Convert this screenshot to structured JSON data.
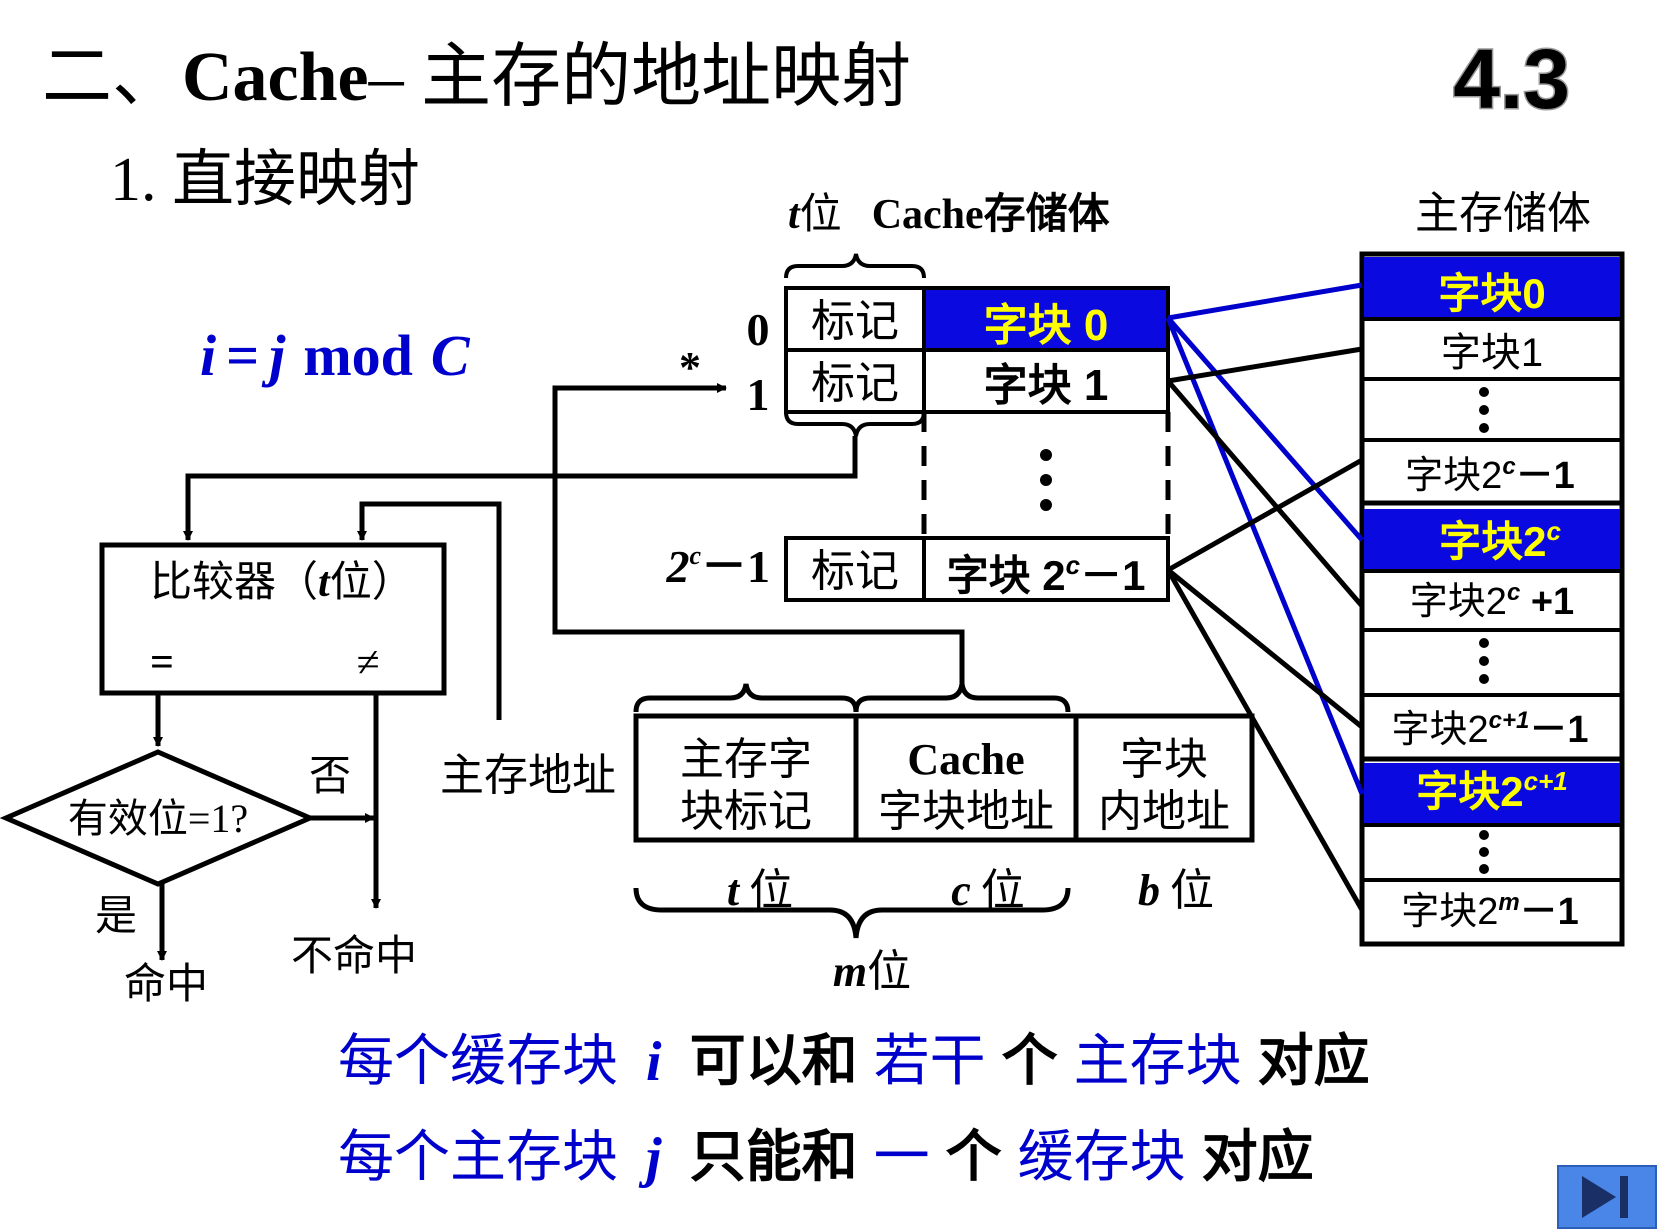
{
  "header": {
    "title_prefix": "二、",
    "title_cache": "Cache",
    "title_rest": "– 主存的地址映射",
    "section_number": "4.3",
    "subtitle": "1.  直接映射"
  },
  "formula": {
    "i": "i",
    "eq": "=",
    "j": "j",
    "mod": "mod",
    "C": "C"
  },
  "cache": {
    "title_t": "t",
    "title_wei": "位",
    "title_label": "Cache存储体",
    "rows": [
      {
        "index": "0",
        "tag": "标记",
        "block": "字块 0"
      },
      {
        "index": "1",
        "tag": "标记",
        "block": "字块 1"
      },
      {
        "index_base": "2",
        "index_sup": "c",
        "index_rest": "－1",
        "tag": "标记",
        "block_base": "字块 2",
        "block_sup": "c",
        "block_rest": "－1"
      }
    ],
    "star": "*",
    "dots": "⋮"
  },
  "memory": {
    "title": "主存储体",
    "blocks": [
      {
        "base": "字块0",
        "sup": "",
        "rest": ""
      },
      {
        "base": "字块1",
        "sup": "",
        "rest": ""
      },
      {
        "base": "",
        "sup": "",
        "rest": ""
      },
      {
        "base": "字块2",
        "sup": "c",
        "rest": "－1"
      },
      {
        "base": "字块2",
        "sup": "c",
        "rest": ""
      },
      {
        "base": "字块2",
        "sup": "c",
        "rest": " +1"
      },
      {
        "base": "",
        "sup": "",
        "rest": ""
      },
      {
        "base": "字块2",
        "sup": "c+1",
        "rest": "－1"
      },
      {
        "base": "字块2",
        "sup": "c+1",
        "rest": ""
      },
      {
        "base": "",
        "sup": "",
        "rest": ""
      },
      {
        "base": "字块2",
        "sup": "m",
        "rest": "－1"
      }
    ]
  },
  "comparator": {
    "label_a": "比较器（",
    "label_t": "t",
    "label_b": "位）",
    "eq": "=",
    "neq": "≠"
  },
  "decision": {
    "label": "有效位=1?",
    "no": "否",
    "yes": "是",
    "hit": "命中",
    "miss": "不命中"
  },
  "address": {
    "label": "主存地址",
    "fields": [
      {
        "line1": "主存字",
        "line2": "块标记"
      },
      {
        "line1": "Cache",
        "line2": "字块地址"
      },
      {
        "line1": "字块",
        "line2": "内地址"
      }
    ],
    "t_bits": "t",
    "c_bits": "c",
    "b_bits": "b",
    "wei": "位",
    "m_bits": "m",
    "m_wei": "位"
  },
  "footer": {
    "line1": [
      "每个缓存块",
      "i",
      "可以和",
      "若干",
      "个",
      "主存块",
      "对应"
    ],
    "line2": [
      "每个主存块",
      "j",
      "只能和",
      "一",
      "个",
      "缓存块",
      "对应"
    ]
  },
  "colors": {
    "blue": "#0000cc",
    "highlight": "#0a0ae0",
    "yellow": "#ffff00",
    "nav": "#4a86e8"
  },
  "nav": {
    "icon": "play-end-icon"
  }
}
